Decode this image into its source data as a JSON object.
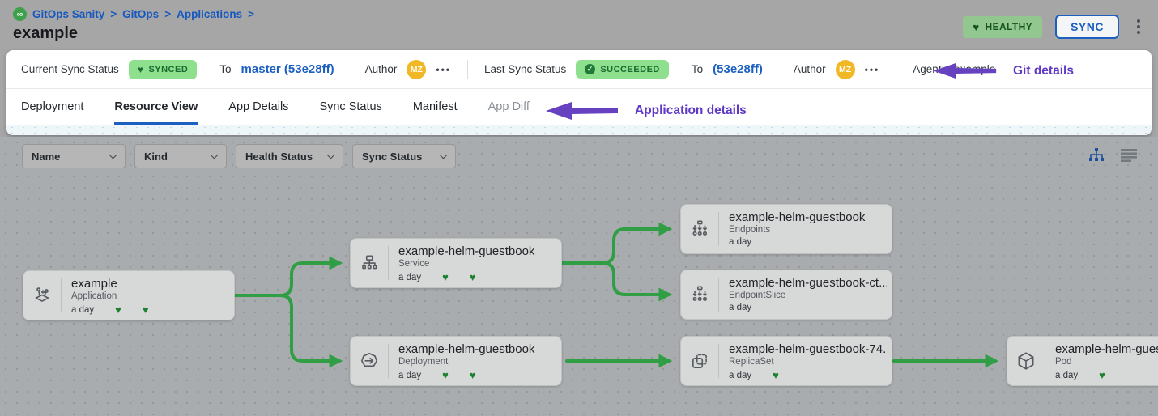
{
  "colors": {
    "accent_blue": "#1b5fc1",
    "edge_green": "#2f9e44",
    "annotation_purple": "#6642c0",
    "badge_green_bg": "#8ee08e",
    "healthy_badge_bg": "#92c88f",
    "avatar_yellow": "#f2b724"
  },
  "icons": {
    "logo_glyph": "∞",
    "heart_glyph": "♥",
    "check_glyph": "✓",
    "ellipsis_glyph": "•••"
  },
  "breadcrumb": {
    "items": [
      "GitOps Sanity",
      "GitOps",
      "Applications"
    ],
    "separator": ">"
  },
  "header": {
    "title": "example",
    "health_badge": "HEALTHY",
    "sync_button": "SYNC"
  },
  "status_bar": {
    "current": {
      "label": "Current Sync Status",
      "badge": "SYNCED",
      "to_label": "To",
      "revision": "master (53e28ff)",
      "author_label": "Author",
      "avatar_initials": "MZ"
    },
    "last": {
      "label": "Last Sync Status",
      "badge": "SUCCEEDED",
      "to_label": "To",
      "revision": "(53e28ff)",
      "author_label": "Author",
      "avatar_initials": "MZ"
    },
    "agent_label": "Agent:",
    "agent_value": "example",
    "annotation": "Git details"
  },
  "tabs": {
    "items": [
      {
        "label": "Deployment"
      },
      {
        "label": "Resource View"
      },
      {
        "label": "App Details"
      },
      {
        "label": "Sync Status"
      },
      {
        "label": "Manifest"
      },
      {
        "label": "App Diff"
      }
    ],
    "active": "Resource View",
    "annotation": "Application details"
  },
  "filters": {
    "items": [
      {
        "label": "Name"
      },
      {
        "label": "Kind"
      },
      {
        "label": "Health Status"
      },
      {
        "label": "Sync Status"
      }
    ]
  },
  "graph": {
    "nodes": [
      {
        "title": "example",
        "kind": "Application",
        "age": "a day",
        "hearts": 2,
        "icon": "application-icon"
      },
      {
        "title": "example-helm-guestbook",
        "kind": "Service",
        "age": "a day",
        "hearts": 2,
        "icon": "service-icon"
      },
      {
        "title": "example-helm-guestbook",
        "kind": "Deployment",
        "age": "a day",
        "hearts": 2,
        "icon": "deployment-icon"
      },
      {
        "title": "example-helm-guestbook",
        "kind": "Endpoints",
        "age": "a day",
        "hearts": 0,
        "icon": "endpoints-icon"
      },
      {
        "title": "example-helm-guestbook-ct...",
        "kind": "EndpointSlice",
        "age": "a day",
        "hearts": 0,
        "icon": "endpointslice-icon"
      },
      {
        "title": "example-helm-guestbook-74...",
        "kind": "ReplicaSet",
        "age": "a day",
        "hearts": 1,
        "icon": "replicaset-icon"
      },
      {
        "title": "example-helm-guest",
        "kind": "Pod",
        "age": "a day",
        "hearts": 1,
        "icon": "pod-icon"
      }
    ],
    "edges": [
      "example→service",
      "example→deployment",
      "service→endpoints",
      "service→endpointslice",
      "deployment→replicaset",
      "replicaset→pod"
    ]
  }
}
